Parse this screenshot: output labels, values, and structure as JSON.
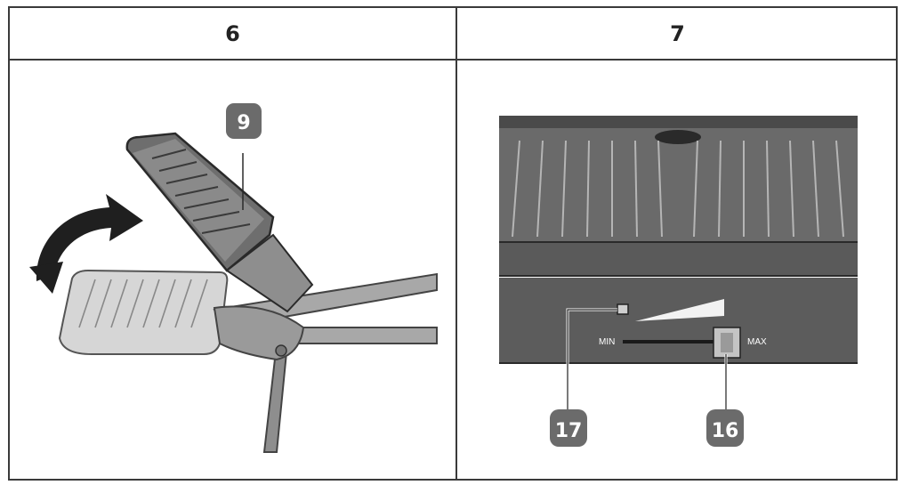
{
  "steps": {
    "left_number": "6",
    "right_number": "7"
  },
  "callouts": {
    "handle": "9",
    "indicator_light": "17",
    "thermostat_knob": "16"
  },
  "control_panel": {
    "min_label": "MIN",
    "max_label": "MAX"
  },
  "colors": {
    "badge": "#6b6b6b",
    "appliance_dark": "#5a5a5a",
    "line": "#3a3a3a"
  }
}
